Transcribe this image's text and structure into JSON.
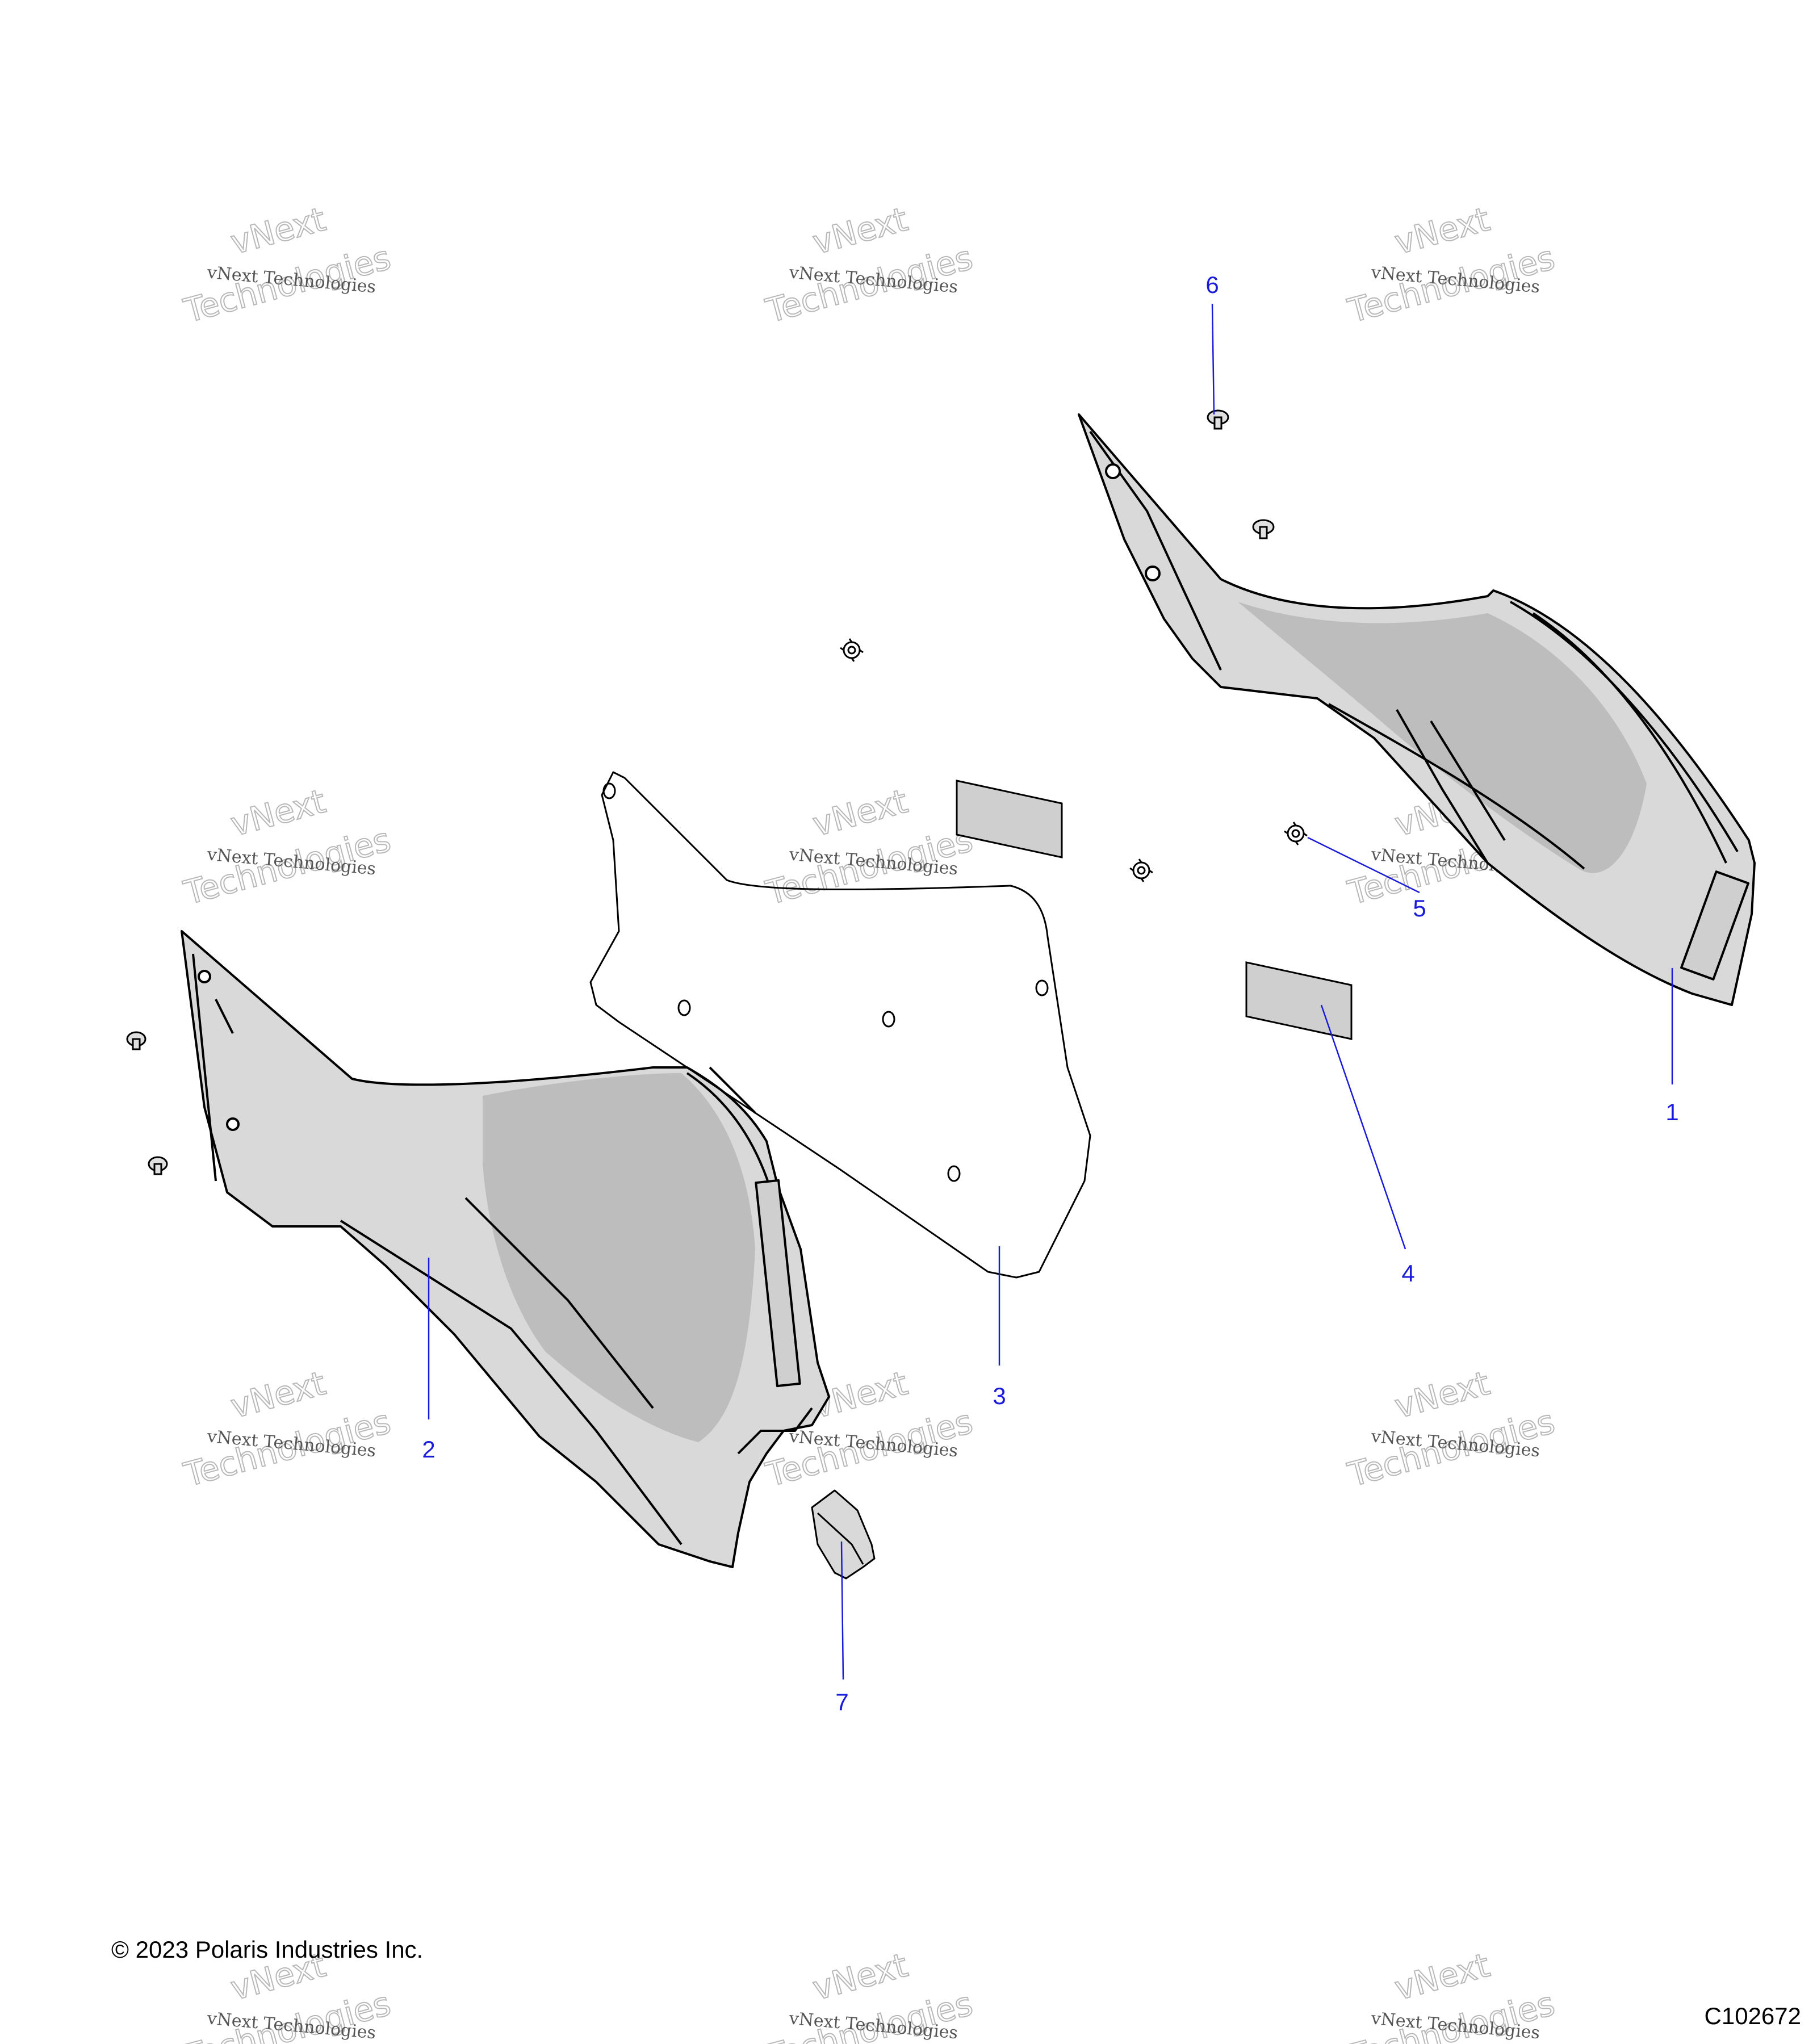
{
  "copyright": "© 2023 Polaris Industries Inc.",
  "diagram_id": "C102672",
  "watermark": {
    "small": "vNext Technologies",
    "top": "vNext",
    "bottom": "Technologies"
  },
  "callouts": [
    {
      "id": "1",
      "label": "1"
    },
    {
      "id": "2",
      "label": "2"
    },
    {
      "id": "3",
      "label": "3"
    },
    {
      "id": "4",
      "label": "4"
    },
    {
      "id": "5",
      "label": "5"
    },
    {
      "id": "6",
      "label": "6"
    },
    {
      "id": "7",
      "label": "7"
    }
  ],
  "colors": {
    "callout": "#1a1adb",
    "line": "#000000",
    "part_fill": "#d9d9d9",
    "part_shade": "#bdbdbd",
    "pad_fill": "#cfcfcf"
  }
}
